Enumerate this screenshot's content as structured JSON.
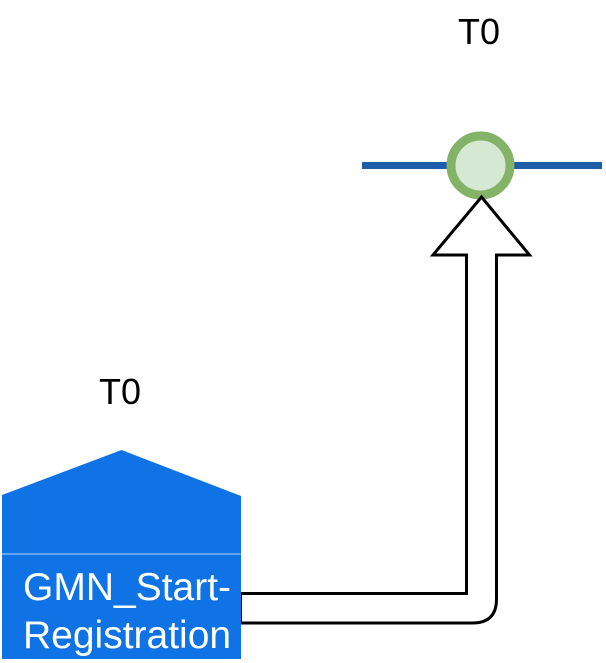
{
  "labels": {
    "t0_top": "T0",
    "t0_bottom": "T0"
  },
  "start_block": {
    "label_line1": "GMN_Start-",
    "label_line2": "Registration"
  },
  "colors": {
    "background": "#ffffff",
    "timeline": "#1E5DA8",
    "circle_fill": "#D5E8D4",
    "circle_stroke": "#82B366",
    "arrow_fill": "#ffffff",
    "arrow_stroke": "#000000",
    "block_fill": "#0F72E5",
    "block_divider": "#7EB3F3",
    "block_text": "#ffffff",
    "label_text": "#000000"
  }
}
